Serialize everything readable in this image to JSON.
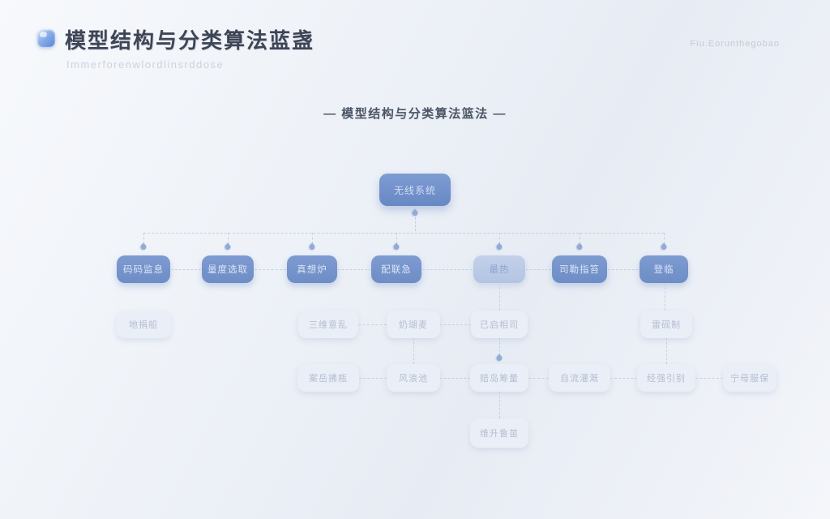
{
  "page": {
    "title": "模型结构与分类算法蓝盏",
    "subtitle": "Immerforenwlordlinsrddose",
    "corner_note": "Fiu.Eorunthegobao",
    "heading": "— 模型结构与分类算法篮法 —"
  },
  "colors": {
    "accent_node": "#7193ca",
    "pale_node": "#bccbe7",
    "light_node": "#eaeef6",
    "connector": "#c4d0e2",
    "title_text": "#3e4556"
  },
  "tree": {
    "root": {
      "label": "无线系统"
    },
    "level1": [
      {
        "label": "码码监息"
      },
      {
        "label": "量度选取"
      },
      {
        "label": "真想炉"
      },
      {
        "label": "配联急"
      },
      {
        "label": "最热"
      },
      {
        "label": "司勒指笞"
      },
      {
        "label": "登临"
      }
    ],
    "level2": [
      {
        "label": "地捐船"
      },
      {
        "label": "三维意乱"
      },
      {
        "label": "奶瑚麦"
      },
      {
        "label": "已启相司"
      },
      {
        "label": "雷砚制"
      }
    ],
    "level3": [
      {
        "label": "案岳拂瓶"
      },
      {
        "label": "风浪池"
      },
      {
        "label": "赔岛筹量"
      },
      {
        "label": "自流灌溉"
      },
      {
        "label": "经强引别"
      },
      {
        "label": "宁母服保"
      }
    ],
    "level4": [
      {
        "label": "维升鲁苗"
      }
    ]
  }
}
